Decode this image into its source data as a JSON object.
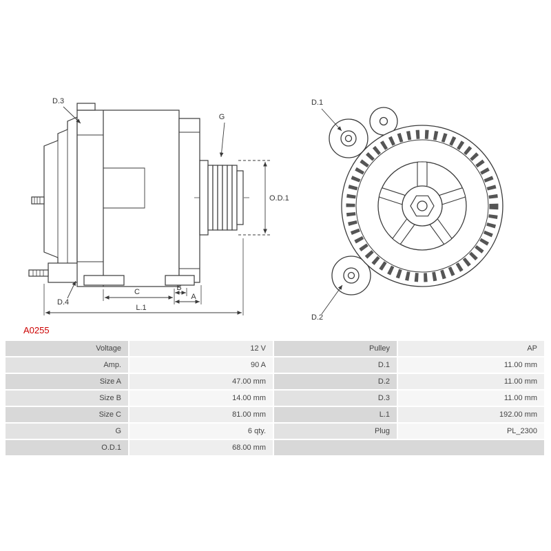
{
  "part_number": "A0255",
  "diagram": {
    "labels": {
      "d3": "D.3",
      "d4": "D.4",
      "g": "G",
      "od1": "O.D.1",
      "d1": "D.1",
      "d2": "D.2",
      "c": "C",
      "b": "B",
      "a": "A",
      "l1": "L.1"
    }
  },
  "spec_table": {
    "rows": [
      {
        "label_left": "Voltage",
        "value_left": "12 V",
        "label_right": "Pulley",
        "value_right": "AP"
      },
      {
        "label_left": "Amp.",
        "value_left": "90 A",
        "label_right": "D.1",
        "value_right": "11.00 mm"
      },
      {
        "label_left": "Size A",
        "value_left": "47.00 mm",
        "label_right": "D.2",
        "value_right": "11.00 mm"
      },
      {
        "label_left": "Size B",
        "value_left": "14.00 mm",
        "label_right": "D.3",
        "value_right": "11.00 mm"
      },
      {
        "label_left": "Size C",
        "value_left": "81.00 mm",
        "label_right": "L.1",
        "value_right": "192.00 mm"
      },
      {
        "label_left": "G",
        "value_left": "6 qty.",
        "label_right": "Plug",
        "value_right": "PL_2300"
      },
      {
        "label_left": "O.D.1",
        "value_left": "68.00 mm",
        "label_right": "",
        "value_right": ""
      }
    ]
  },
  "colors": {
    "accent": "#cc0000",
    "text": "#444444",
    "line": "#3a3a3a",
    "label-a": "#d8d8d8",
    "label-b": "#e2e2e2",
    "value-a": "#eeeeee",
    "value-b": "#f6f6f6"
  }
}
